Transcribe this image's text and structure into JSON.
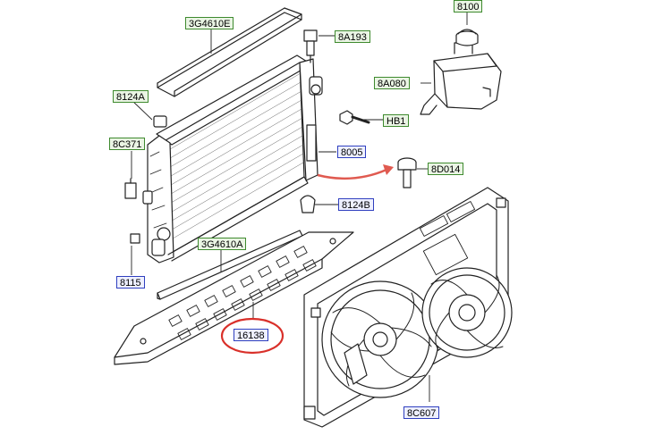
{
  "labels": {
    "l01": "3G4610E",
    "l02": "8100",
    "l03": "8A193",
    "l04": "8A080",
    "l05": "8124A",
    "l06": "HB1",
    "l07": "8C371",
    "l08": "8005",
    "l09": "8D014",
    "l10": "8124B",
    "l11": "3G4610A",
    "l12": "8115",
    "l13": "16138",
    "l14": "8C607"
  },
  "colors": {
    "label_border_green": "#3e8a2e",
    "label_border_blue": "#2f3fbf",
    "highlight_circle": "#d9302a",
    "arrow": "#e05a50"
  }
}
